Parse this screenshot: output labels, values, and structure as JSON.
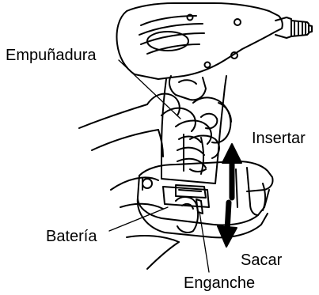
{
  "labels": {
    "grip": "Empuñadura",
    "insert": "Insertar",
    "battery": "Batería",
    "remove": "Sacar",
    "latch": "Enganche"
  }
}
